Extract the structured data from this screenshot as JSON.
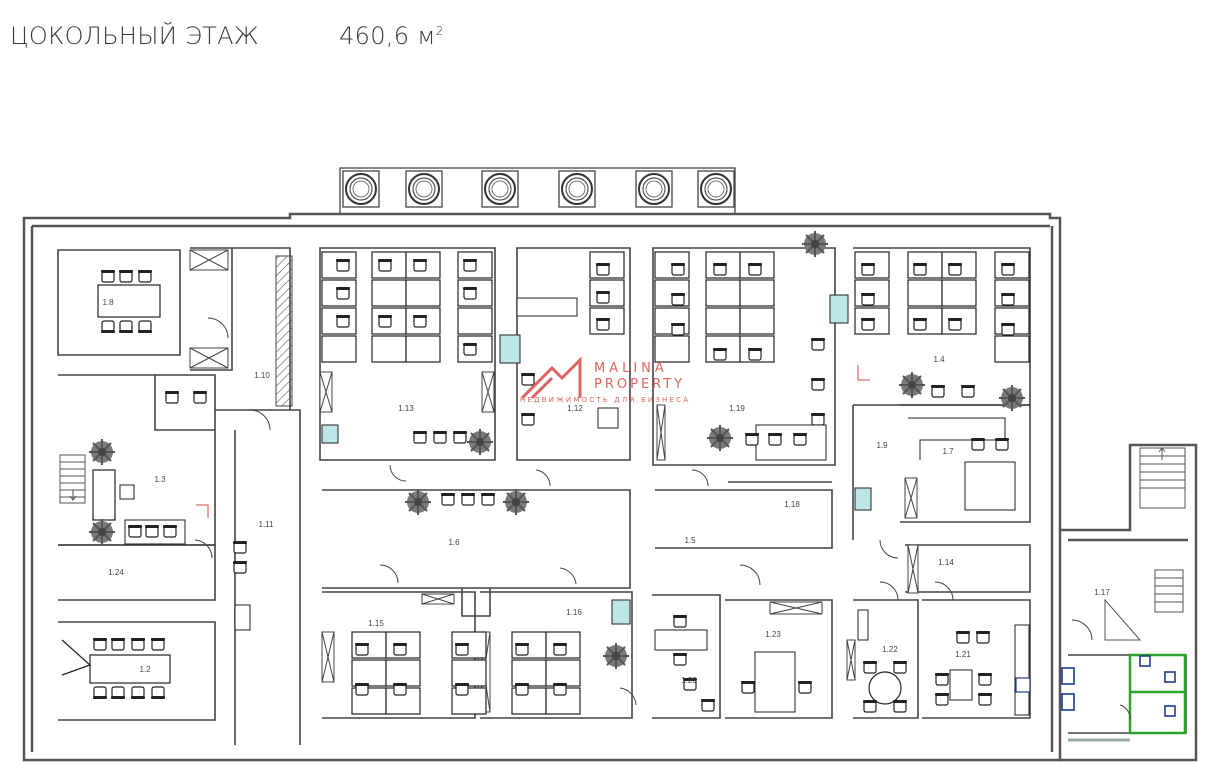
{
  "header": {
    "floor_title": "ЦОКОЛЬНЫЙ ЭТАЖ",
    "area_value": "460,6 м",
    "area_unit_sup": "2"
  },
  "watermark": {
    "brand_line_1": "MALINA",
    "brand_line_2": "PROPERTY",
    "tagline": "НЕДВИЖИМОСТЬ ДЛЯ БИЗНЕСА",
    "color": "#d94a48"
  },
  "colors": {
    "wall": "#555555",
    "line": "#444444",
    "plant": "#6b6b6b",
    "cyan_fixture": "#bfe6e6",
    "wc_outline": "#2aa52a",
    "wc_fixture": "#1e3c8c"
  },
  "rooms": [
    {
      "label": "1.8"
    },
    {
      "label": "1.10"
    },
    {
      "label": "1.3"
    },
    {
      "label": "1.11"
    },
    {
      "label": "1.24"
    },
    {
      "label": "1.2"
    },
    {
      "label": "1.13"
    },
    {
      "label": "1.12"
    },
    {
      "label": "1.19"
    },
    {
      "label": "1.4"
    },
    {
      "label": "1.9"
    },
    {
      "label": "1.7"
    },
    {
      "label": "1.6"
    },
    {
      "label": "1.5"
    },
    {
      "label": "1.18"
    },
    {
      "label": "1.15"
    },
    {
      "label": "1.16"
    },
    {
      "label": "1.14"
    },
    {
      "label": "1.20"
    },
    {
      "label": "1.23"
    },
    {
      "label": "1.17"
    },
    {
      "label": "1.22"
    },
    {
      "label": "1.21"
    }
  ]
}
